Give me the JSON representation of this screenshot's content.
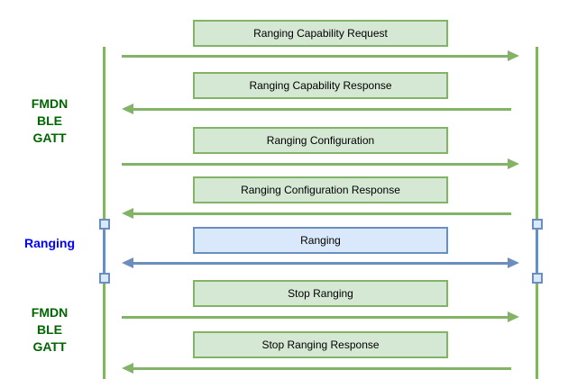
{
  "diagram": {
    "section_labels": [
      {
        "id": "fmdn-ble-gatt-top",
        "text": "FMDN\nBLE\nGATT",
        "color": "#006600"
      },
      {
        "id": "ranging",
        "text": "Ranging",
        "color": "#0000ff"
      },
      {
        "id": "fmdn-ble-gatt-bottom",
        "text": "FMDN\nBLE\nGATT",
        "color": "#006600"
      }
    ],
    "messages": [
      {
        "label": "Ranging Capability Request",
        "direction": "right",
        "channel": "gatt"
      },
      {
        "label": "Ranging Capability Response",
        "direction": "left",
        "channel": "gatt"
      },
      {
        "label": "Ranging Configuration",
        "direction": "right",
        "channel": "gatt"
      },
      {
        "label": "Ranging Configuration Response",
        "direction": "left",
        "channel": "gatt"
      },
      {
        "label": "Ranging",
        "direction": "both",
        "channel": "ranging"
      },
      {
        "label": "Stop Ranging",
        "direction": "right",
        "channel": "gatt"
      },
      {
        "label": "Stop Ranging Response",
        "direction": "left",
        "channel": "gatt"
      }
    ],
    "colors": {
      "gatt_box_fill": "#d5e8d4",
      "gatt_stroke": "#82b366",
      "ranging_box_fill": "#dae8fc",
      "ranging_stroke": "#6c8ebf",
      "gatt_label_text": "#006600",
      "ranging_label_text": "#0000ff",
      "message_text": "#000000"
    }
  }
}
